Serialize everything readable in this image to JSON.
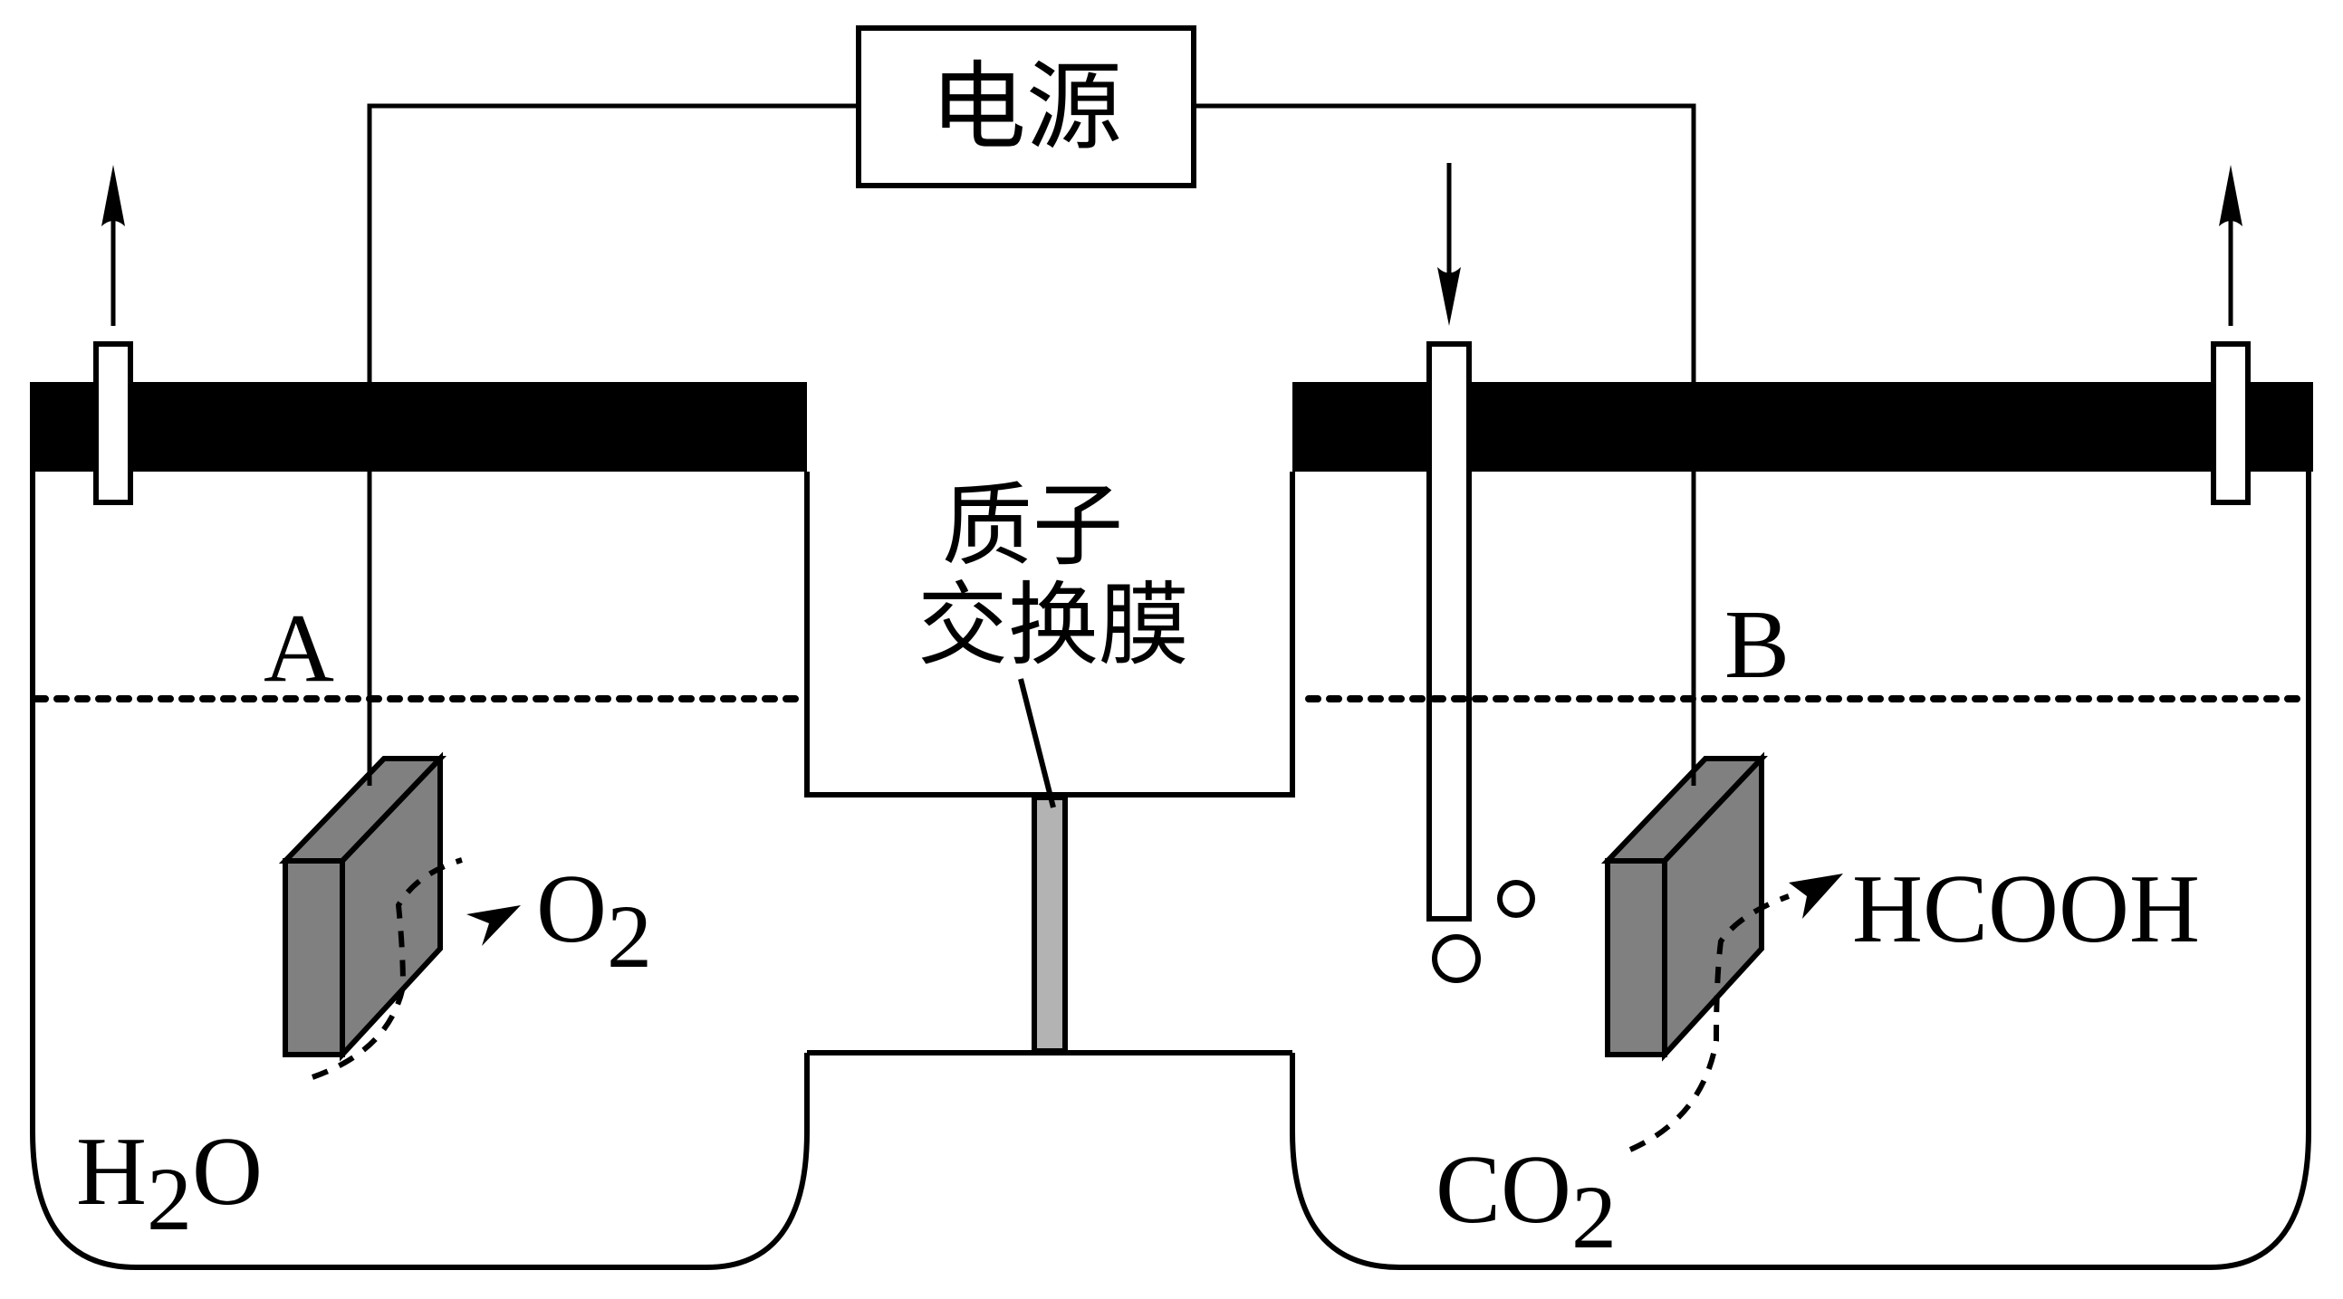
{
  "diagram": {
    "title": "CO2 electroreduction to HCOOH cell with proton exchange membrane",
    "power_supply": {
      "label": "电源"
    },
    "membrane": {
      "label_line1": "质子",
      "label_line2": "交换膜"
    },
    "electrodes": [
      {
        "id": "A",
        "label": "A"
      },
      {
        "id": "B",
        "label": "B"
      }
    ],
    "left_chamber": {
      "reactant": {
        "main": "H",
        "sub": "2",
        "tail": "O"
      },
      "product": {
        "main": "O",
        "sub": "2"
      },
      "gas_outlet_direction": "up"
    },
    "right_chamber": {
      "reactant": {
        "main": "CO",
        "sub": "2"
      },
      "product": {
        "main": "HCOOH"
      },
      "gas_inlet_direction": "down",
      "gas_outlet_direction": "up",
      "bubbles": 2
    },
    "colors": {
      "line": "#000000",
      "lid": "#000000",
      "electrode_fill": "#808080",
      "membrane_fill": "#b3b3b3",
      "background": "#ffffff"
    }
  }
}
